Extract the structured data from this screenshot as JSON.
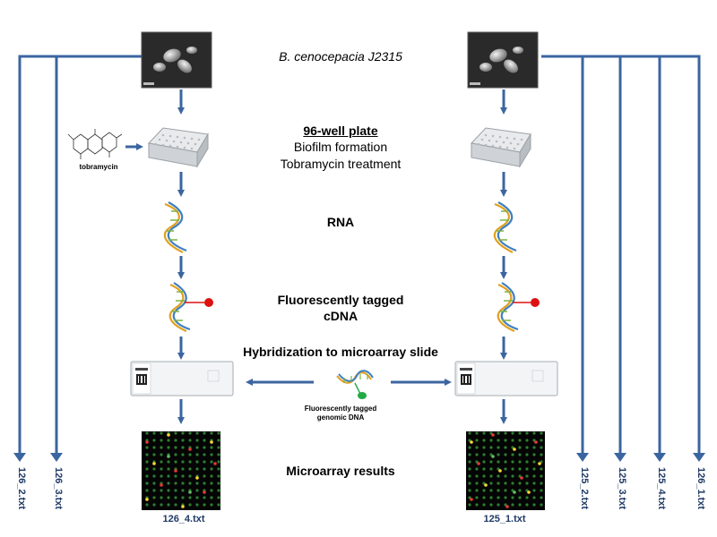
{
  "labels": {
    "organism": "B. cenocepacia J2315",
    "plate_title": "96-well plate",
    "plate_step1": "Biofilm formation",
    "plate_step2": "Tobramycin treatment",
    "rna": "RNA",
    "cdna_line1": "Fluorescently tagged",
    "cdna_line2": "cDNA",
    "hybridization": "Hybridization to microarray slide",
    "genomic_line1": "Fluorescently tagged",
    "genomic_line2": "genomic DNA",
    "results": "Microarray results",
    "tobramycin": "tobramycin"
  },
  "files": {
    "left_result": "126_4.txt",
    "right_result": "125_1.txt",
    "left_branches": [
      "126_2.txt",
      "126_3.txt"
    ],
    "right_branches": [
      "125_2.txt",
      "125_3.txt",
      "125_4.txt",
      "126_1.txt"
    ]
  },
  "colors": {
    "arrow": "#3b65a0",
    "label_blue": "#1f3a66",
    "tag_red": "#dd1111",
    "tag_green": "#22aa44"
  }
}
